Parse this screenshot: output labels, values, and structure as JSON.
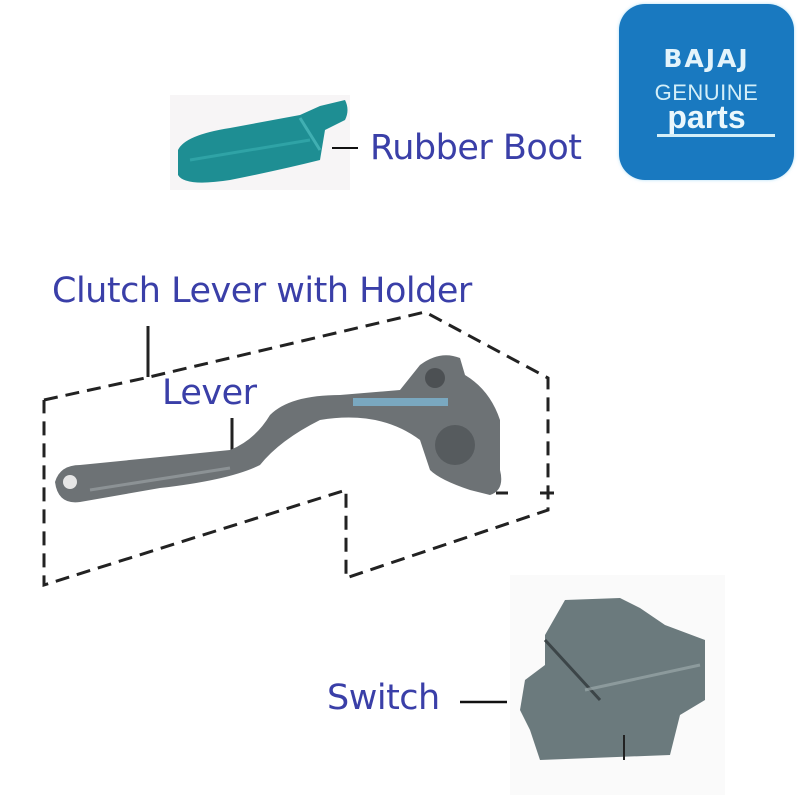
{
  "logo": {
    "brand": "BAJAJ",
    "line2": "GENUINE",
    "line3": "parts",
    "background_color": "#1979c0"
  },
  "labels": {
    "rubber_boot": "Rubber Boot",
    "clutch_lever_with_holder": "Clutch Lever with Holder",
    "lever": "Lever",
    "switch": "Switch"
  },
  "colors": {
    "label_text": "#3a3fa8",
    "leader_line": "#111111",
    "rubber_boot": "#1e8e93",
    "metal_part": "#6d7275"
  }
}
